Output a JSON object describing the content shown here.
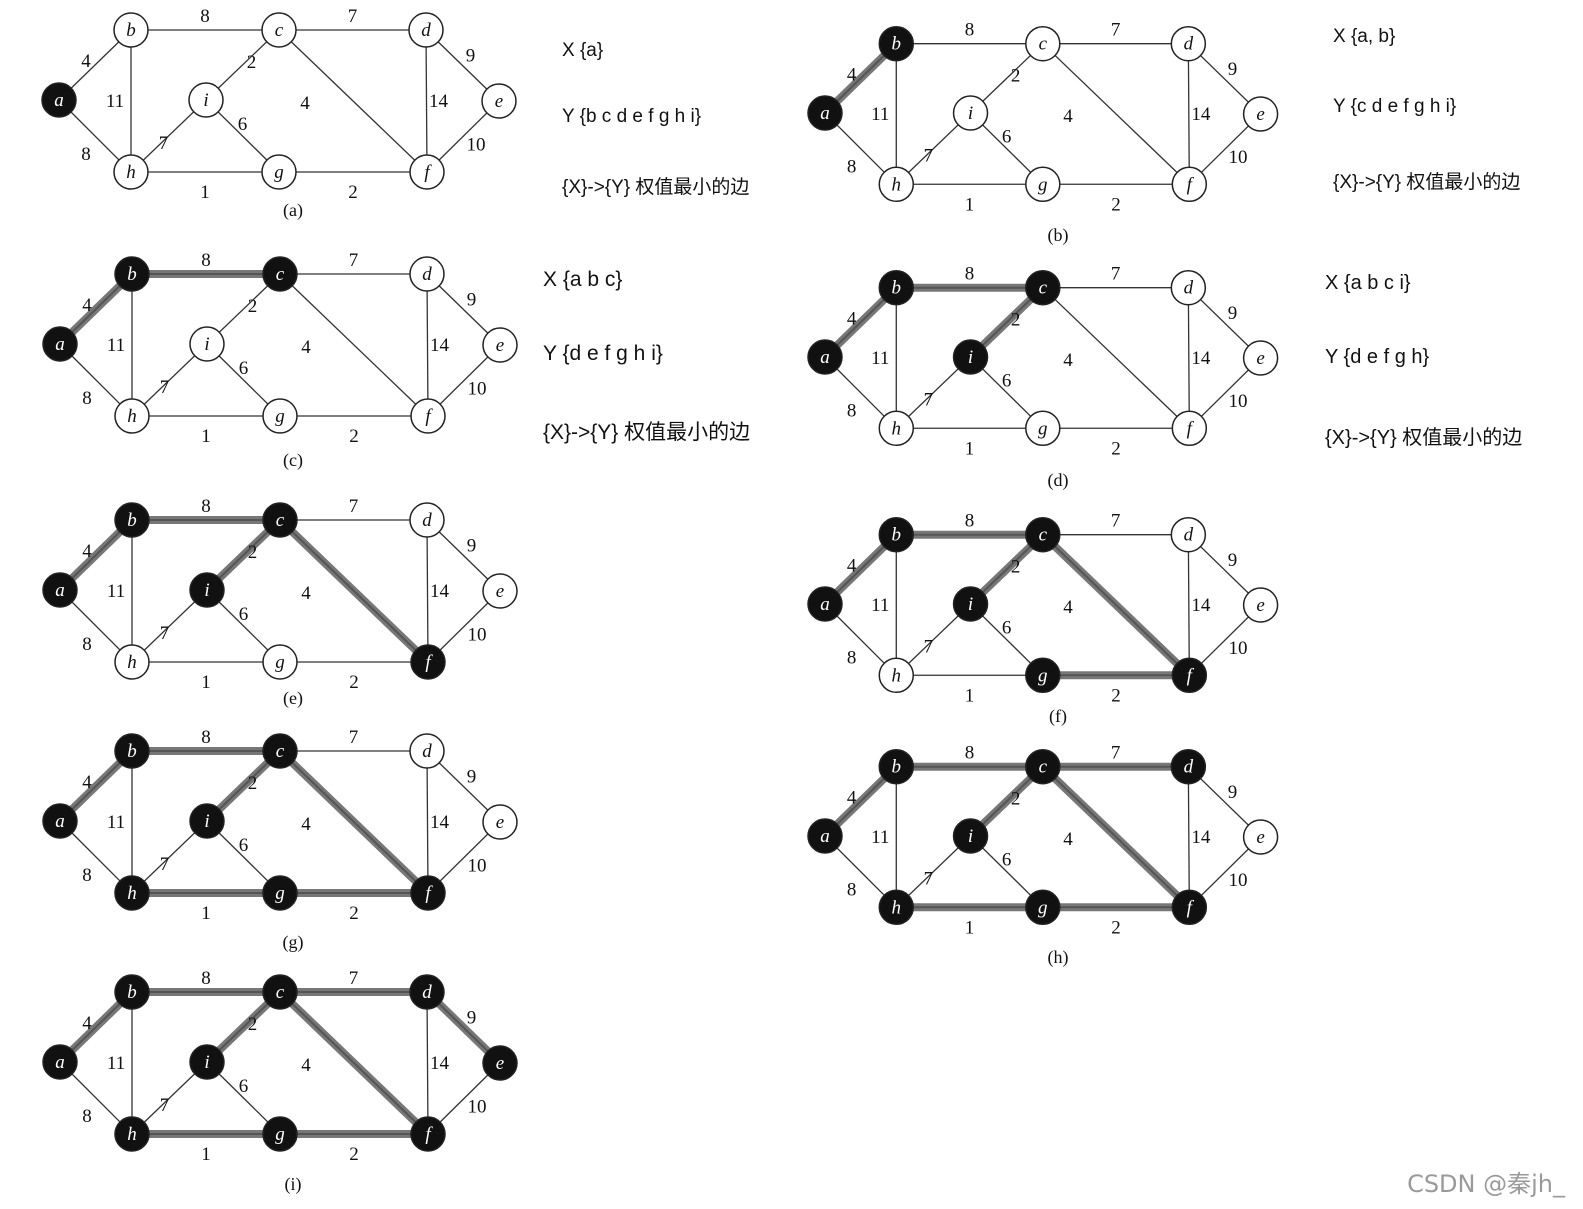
{
  "graph": {
    "nodes": [
      "a",
      "b",
      "c",
      "d",
      "e",
      "f",
      "g",
      "h",
      "i"
    ],
    "edges": [
      {
        "from": "a",
        "to": "b",
        "weight": "4"
      },
      {
        "from": "a",
        "to": "h",
        "weight": "8"
      },
      {
        "from": "b",
        "to": "c",
        "weight": "8"
      },
      {
        "from": "b",
        "to": "h",
        "weight": "11"
      },
      {
        "from": "c",
        "to": "d",
        "weight": "7"
      },
      {
        "from": "c",
        "to": "i",
        "weight": "2"
      },
      {
        "from": "c",
        "to": "f",
        "weight": "4"
      },
      {
        "from": "d",
        "to": "e",
        "weight": "9"
      },
      {
        "from": "d",
        "to": "f",
        "weight": "14"
      },
      {
        "from": "e",
        "to": "f",
        "weight": "10"
      },
      {
        "from": "f",
        "to": "g",
        "weight": "2"
      },
      {
        "from": "g",
        "to": "h",
        "weight": "1"
      },
      {
        "from": "g",
        "to": "i",
        "weight": "6"
      },
      {
        "from": "h",
        "to": "i",
        "weight": "7"
      }
    ]
  },
  "panels": [
    {
      "id": "a",
      "caption": "(a)",
      "visited": [
        "a"
      ],
      "tree": []
    },
    {
      "id": "b",
      "caption": "(b)",
      "visited": [
        "a",
        "b"
      ],
      "tree": [
        "a-b"
      ]
    },
    {
      "id": "c",
      "caption": "(c)",
      "visited": [
        "a",
        "b",
        "c"
      ],
      "tree": [
        "a-b",
        "b-c"
      ]
    },
    {
      "id": "d",
      "caption": "(d)",
      "visited": [
        "a",
        "b",
        "c",
        "i"
      ],
      "tree": [
        "a-b",
        "b-c",
        "c-i"
      ]
    },
    {
      "id": "e",
      "caption": "(e)",
      "visited": [
        "a",
        "b",
        "c",
        "i",
        "f"
      ],
      "tree": [
        "a-b",
        "b-c",
        "c-i",
        "c-f"
      ]
    },
    {
      "id": "f",
      "caption": "(f)",
      "visited": [
        "a",
        "b",
        "c",
        "i",
        "f",
        "g"
      ],
      "tree": [
        "a-b",
        "b-c",
        "c-i",
        "c-f",
        "f-g"
      ]
    },
    {
      "id": "g",
      "caption": "(g)",
      "visited": [
        "a",
        "b",
        "c",
        "i",
        "f",
        "g",
        "h"
      ],
      "tree": [
        "a-b",
        "b-c",
        "c-i",
        "c-f",
        "f-g",
        "g-h"
      ]
    },
    {
      "id": "h",
      "caption": "(h)",
      "visited": [
        "a",
        "b",
        "c",
        "i",
        "f",
        "g",
        "h",
        "d"
      ],
      "tree": [
        "a-b",
        "b-c",
        "c-i",
        "c-f",
        "f-g",
        "g-h",
        "c-d"
      ]
    },
    {
      "id": "i",
      "caption": "(i)",
      "visited": [
        "a",
        "b",
        "c",
        "i",
        "f",
        "g",
        "h",
        "d",
        "e"
      ],
      "tree": [
        "a-b",
        "b-c",
        "c-i",
        "c-f",
        "f-g",
        "g-h",
        "c-d",
        "d-e"
      ]
    }
  ],
  "annotations": [
    {
      "panel": "a",
      "x_set": "X {a}",
      "y_set": "Y {b c d e f g h i}",
      "rule": "{X}->{Y} 权值最小的边"
    },
    {
      "panel": "b",
      "x_set": "X {a, b}",
      "y_set": "Y {c d e f g h i}",
      "rule": "{X}->{Y} 权值最小的边"
    },
    {
      "panel": "c",
      "x_set": "X {a b c}",
      "y_set": "Y {d e f g h i}",
      "rule": "{X}->{Y} 权值最小的边"
    },
    {
      "panel": "d",
      "x_set": "X {a b  c i}",
      "y_set": "Y {d e f g h}",
      "rule": "{X}->{Y} 权值最小的边"
    }
  ],
  "watermark": "CSDN @秦jh_",
  "colors": {
    "visited_fill": "#111111",
    "unvisited_fill": "#ffffff",
    "tree_edge": "#777777",
    "edge": "#333333"
  }
}
